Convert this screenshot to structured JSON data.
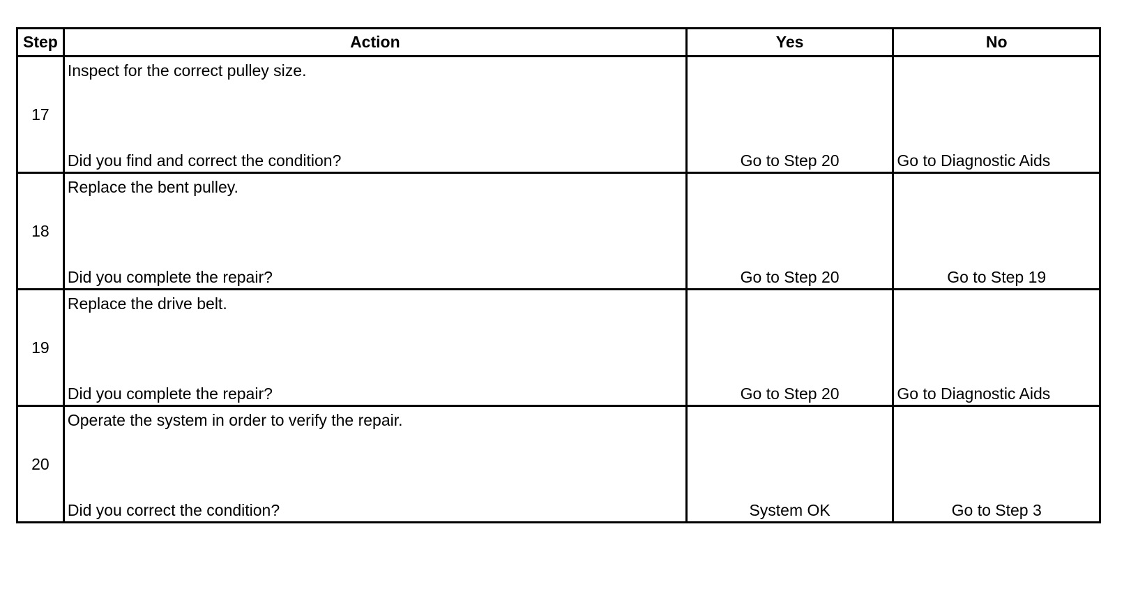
{
  "table": {
    "headers": {
      "step": "Step",
      "action": "Action",
      "yes": "Yes",
      "no": "No"
    },
    "rows": [
      {
        "step": "17",
        "action": "Inspect for the correct pulley size.",
        "question": "Did you find and correct the condition?",
        "yes": "Go to Step 20",
        "no": "Go to Diagnostic Aids"
      },
      {
        "step": "18",
        "action": "Replace the bent pulley.",
        "question": "Did you complete the repair?",
        "yes": "Go to Step 20",
        "no": "Go to Step 19"
      },
      {
        "step": "19",
        "action": "Replace the drive belt.",
        "question": "Did you complete the repair?",
        "yes": "Go to Step 20",
        "no": "Go to Diagnostic Aids"
      },
      {
        "step": "20",
        "action": "Operate the system in order to verify the repair.",
        "question": "Did you correct the condition?",
        "yes": "System OK",
        "no": "Go to Step 3"
      }
    ]
  }
}
